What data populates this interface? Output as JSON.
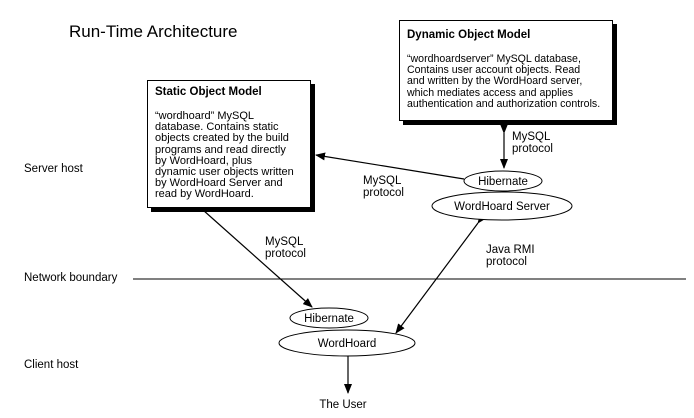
{
  "title": "Run-Time Architecture",
  "regions": {
    "server_host": "Server host",
    "network_boundary": "Network boundary",
    "client_host": "Client host"
  },
  "static_model": {
    "title": "Static Object Model",
    "body": "“wordhoard” MySQL\ndatabase. Contains static\nobjects created by the build\nprograms and read directly\nby WordHoard, plus\ndynamic user objects written\nby WordHoard Server and\nread by WordHoard."
  },
  "dynamic_model": {
    "title": "Dynamic Object Model",
    "body": "“wordhoardserver” MySQL database,\nContains user account objects. Read\nand written by the WordHoard server,\nwhich mediates access and applies\nauthentication and authorization controls."
  },
  "nodes": {
    "server_hibernate": "Hibernate",
    "wordhoard_server": "WordHoard Server",
    "client_hibernate": "Hibernate",
    "wordhoard": "WordHoard",
    "user": "The User"
  },
  "edge_labels": {
    "server_to_dynamic": "MySQL\nprotocol",
    "server_to_static": "MySQL\nprotocol",
    "client_to_static": "MySQL\nprotocol",
    "rmi": "Java RMI\nprotocol"
  }
}
